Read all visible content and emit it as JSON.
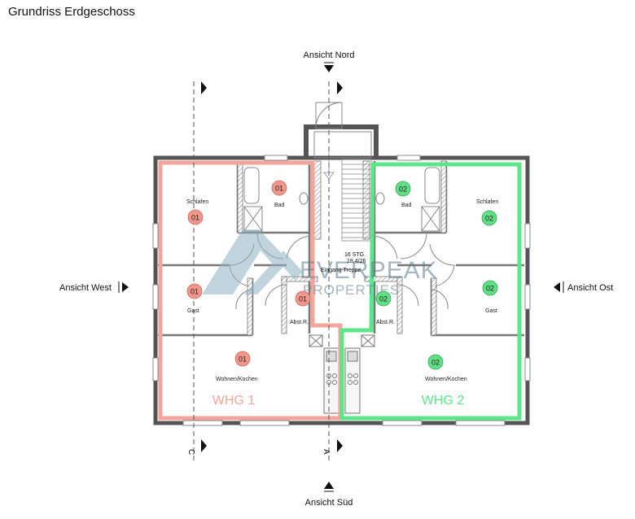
{
  "title": "Grundriss Erdgeschoss",
  "views": {
    "north": "Ansicht Nord",
    "south": "Ansicht Süd",
    "west": "Ansicht West",
    "east": "Ansicht Ost"
  },
  "sections": {
    "c": "C",
    "a": "A"
  },
  "stair": {
    "label_1": "16 STG.",
    "label_2": "18,4/26",
    "label_3": "Eingang Treppe"
  },
  "watermark": {
    "line_1": "EVERPEAK",
    "line_2": "PROPERTIES"
  },
  "units": {
    "whg1": {
      "name": "WHG 1",
      "color": "#f4a49a",
      "badge": "01",
      "badge_color": "#f2968c",
      "rooms": {
        "schlafen": "Schlafen",
        "bad": "Bad",
        "gast": "Gast",
        "abst": "Abst.R.",
        "wohnen": "Wohnen/Kochen"
      }
    },
    "whg2": {
      "name": "WHG 2",
      "color": "#5ce68a",
      "badge": "02",
      "badge_color": "#5fe085",
      "rooms": {
        "schlafen": "Schlafen",
        "bad": "Bad",
        "gast": "Gast",
        "abst": "Abst.R.",
        "wohnen": "Wohnen/Kochen"
      }
    }
  }
}
